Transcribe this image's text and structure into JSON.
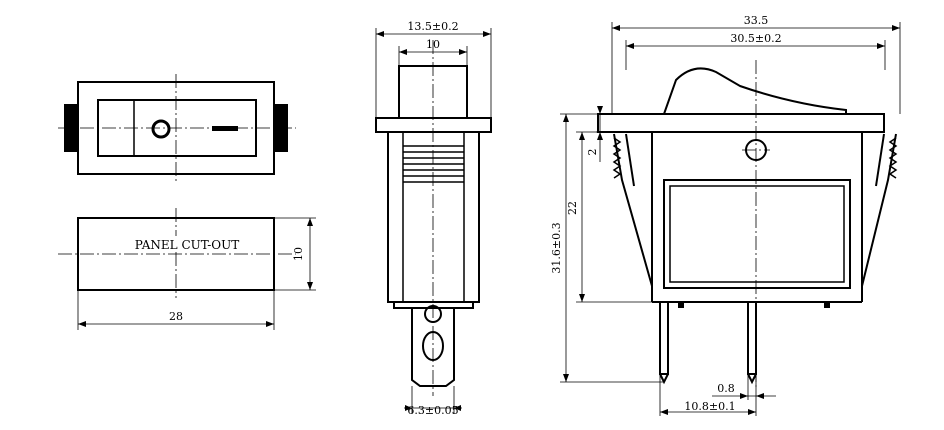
{
  "panel_label": "PANEL CUT-OUT",
  "dims": {
    "cutout_width": "28",
    "cutout_height": "10",
    "side_outer_width": "13.5±0.2",
    "side_inner_width": "10",
    "terminal_width": "6.3±0.05",
    "front_total_width": "33.5",
    "front_body_width": "30.5±0.2",
    "front_flange": "2",
    "front_body_height": "22",
    "front_total_height": "31.6±0.3",
    "pin_thickness": "0.8",
    "pin_spacing": "10.8±0.1"
  }
}
